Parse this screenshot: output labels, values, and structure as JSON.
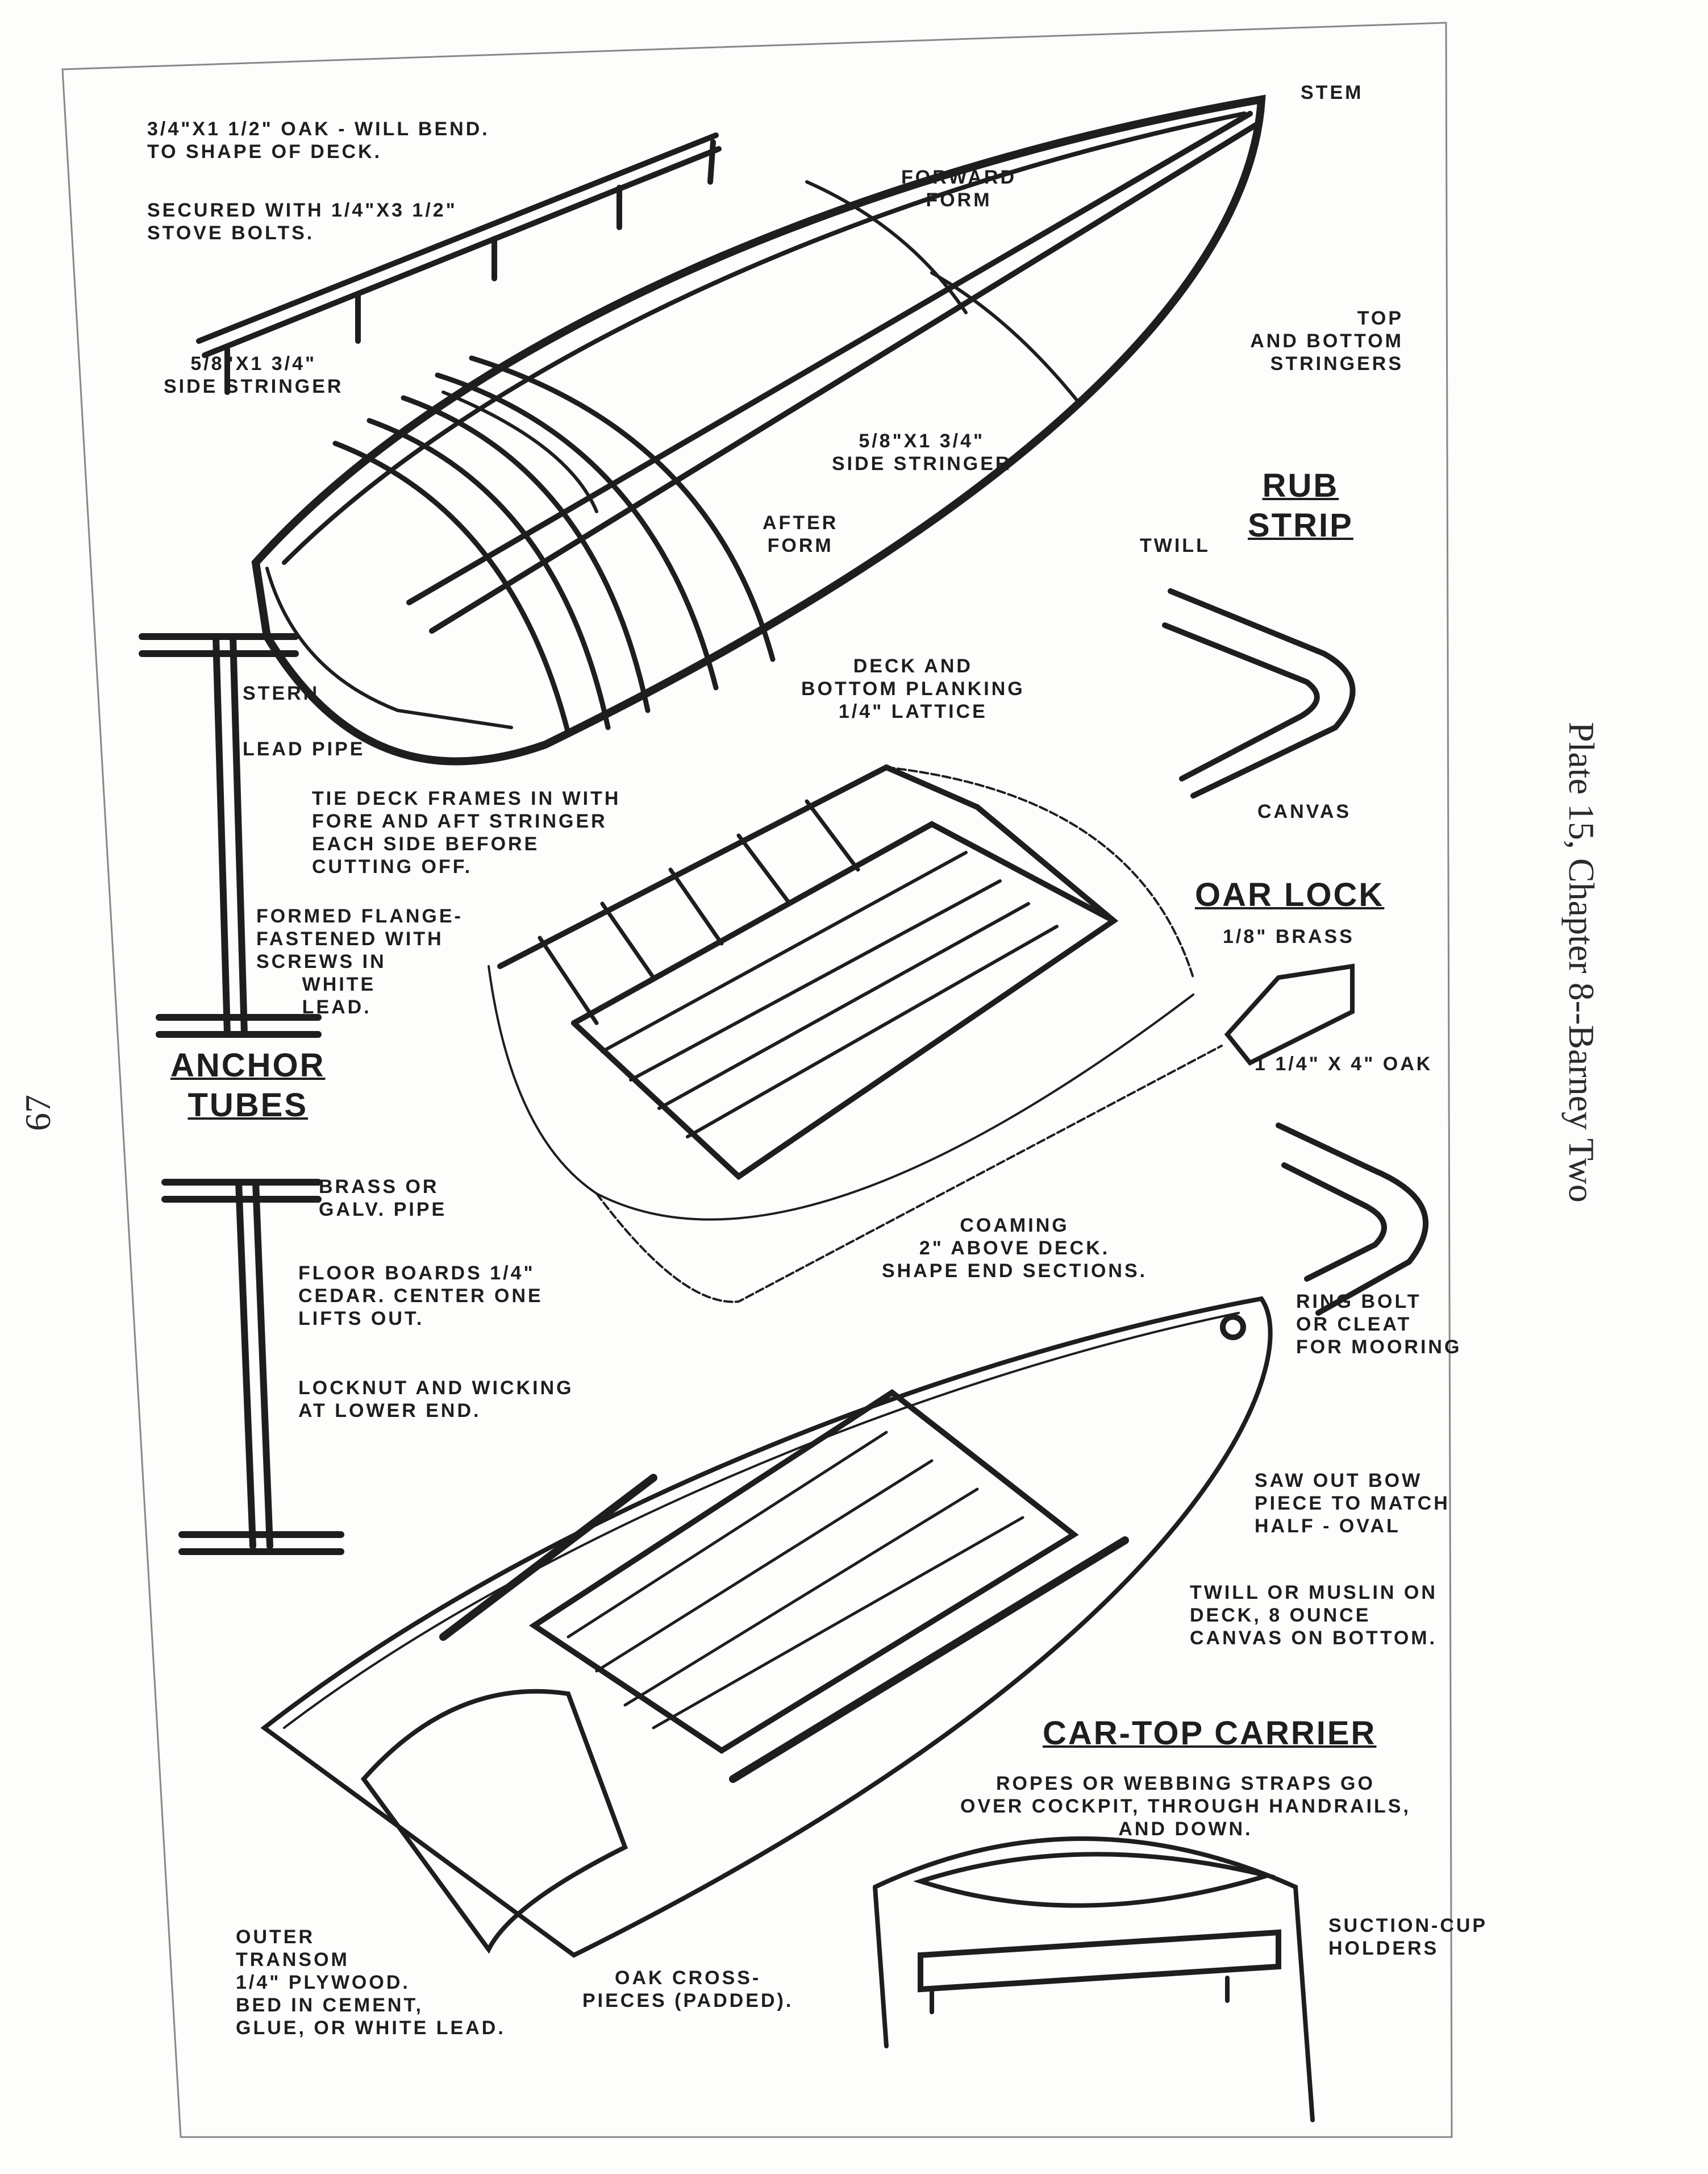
{
  "caption": "Plate 15, Chapter 8--Barney Two",
  "page_number": "67",
  "headings": {
    "rub_strip": "RUB\nSTRIP",
    "oar_lock": "OAR LOCK",
    "anchor_tubes": "ANCHOR\nTUBES",
    "car_top_carrier": "CAR-TOP CARRIER"
  },
  "labels": {
    "stem": "STEM",
    "oak_rail": "3/4\"X1 1/2\" OAK - WILL BEND.\nTO SHAPE OF DECK.",
    "stove_bolts": "SECURED WITH 1/4\"X3 1/2\"\nSTOVE BOLTS.",
    "forward_form": "FORWARD\nFORM",
    "top_bottom_stringers": "TOP\nAND BOTTOM\nSTRINGERS",
    "side_stringer_left": "5/8\"X1 3/4\"\nSIDE STRINGER",
    "side_stringer_mid": "5/8\"X1 3/4\"\nSIDE STRINGER",
    "twill": "TWILL",
    "after_form": "AFTER\nFORM",
    "stern": "STERN",
    "deck_planking": "DECK AND\nBOTTOM PLANKING\n1/4\" LATTICE",
    "lead_pipe": "LEAD PIPE",
    "canvas": "CANVAS",
    "tie_deck_frames": "TIE DECK FRAMES IN WITH\nFORE AND AFT STRINGER\nEACH SIDE BEFORE\nCUTTING OFF.",
    "brass": "1/8\" BRASS",
    "formed_flange": "FORMED FLANGE-\nFASTENED WITH\nSCREWS IN\n      WHITE\n      LEAD.",
    "oak_block": "1 1/4\" X 4\" OAK",
    "brass_pipe": "BRASS OR\nGALV. PIPE",
    "coaming": "COAMING\n2\" ABOVE DECK.\nSHAPE END SECTIONS.",
    "floor_boards": "FLOOR BOARDS 1/4\"\nCEDAR. CENTER ONE\nLIFTS OUT.",
    "ring_bolt": "RING BOLT\nOR CLEAT\nFOR MOORING",
    "locknut": "LOCKNUT AND WICKING\nAT LOWER END.",
    "saw_out_bow": "SAW OUT BOW\nPIECE TO MATCH\nHALF - OVAL",
    "twill_muslin": "TWILL OR MUSLIN ON\nDECK, 8 OUNCE\nCANVAS ON BOTTOM.",
    "ropes": "ROPES OR WEBBING STRAPS GO\nOVER COCKPIT, THROUGH HANDRAILS,\nAND DOWN.",
    "suction_cup": "SUCTION-CUP\nHOLDERS",
    "outer_transom": "OUTER\nTRANSOM\n1/4\" PLYWOOD.\nBED IN CEMENT,\nGLUE, OR WHITE LEAD.",
    "oak_cross": "OAK CROSS-\nPIECES (PADDED)."
  }
}
